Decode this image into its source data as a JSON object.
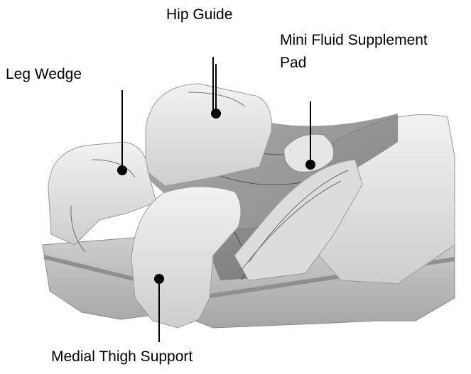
{
  "labels": {
    "hip_guide": "Hip Guide",
    "mini_fluid_line1": "Mini Fluid Supplement",
    "mini_fluid_line2": "Pad",
    "leg_wedge": "Leg Wedge",
    "medial_thigh_support": "Medial Thigh Support"
  },
  "colors": {
    "cushion_light": "#e9e9e9",
    "cushion_mid": "#cfcfcf",
    "cushion_dark": "#a9a9a9",
    "fluid_pad": "#7a7a7a",
    "leader_line": "#000000"
  }
}
